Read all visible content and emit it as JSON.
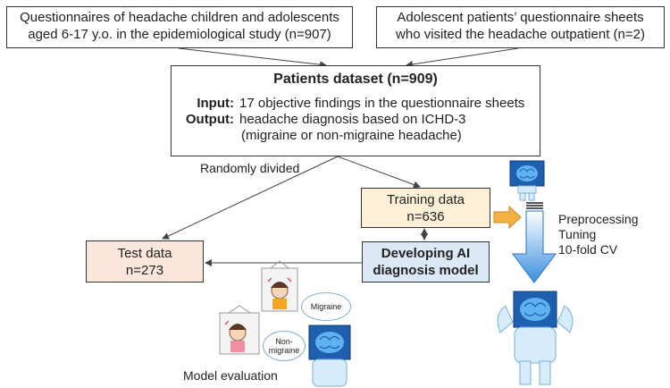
{
  "sources": {
    "epidemiological": {
      "line1": "Questionnaires of headache children and adolescents",
      "line2": "aged 6-17 y.o. in the epidemiological study (n=907)"
    },
    "outpatient": {
      "line1": "Adolescent patients’ questionnaire sheets",
      "line2": "who visited the headache outpatient (n=2)"
    }
  },
  "dataset": {
    "title": "Patients dataset",
    "count": "(n=909)",
    "input_label": "Input:",
    "input_text": "17 objective findings in the questionnaire sheets",
    "output_label": "Output:",
    "output_text": "headache diagnosis based on ICHD-3",
    "output_note": "(migraine or non-migraine headache)"
  },
  "split_label": "Randomly divided",
  "training": {
    "line1": "Training data",
    "line2": "n=636"
  },
  "test": {
    "line1": "Test data",
    "line2": "n=273"
  },
  "model": {
    "line1": "Developing AI",
    "line2": "diagnosis model"
  },
  "steps": [
    "Preprocessing",
    "Tuning",
    "10-fold CV"
  ],
  "evaluation_label": "Model evaluation",
  "bubbles": {
    "migraine": "Migraine",
    "non_migraine_1": "Non-",
    "non_migraine_2": "migraine"
  },
  "colors": {
    "training_fill": "#fdf0d6",
    "test_fill": "#fbe6dc",
    "model_fill": "#dbe8f6",
    "big_arrow": "#3a8fe0",
    "small_arrow": "#f5b041",
    "robot": "#d6ecfa"
  },
  "icons": [
    "ai-brain-robot-icon",
    "strong-ai-robot-icon",
    "patient-girl-icon",
    "speech-bubble-icon"
  ]
}
